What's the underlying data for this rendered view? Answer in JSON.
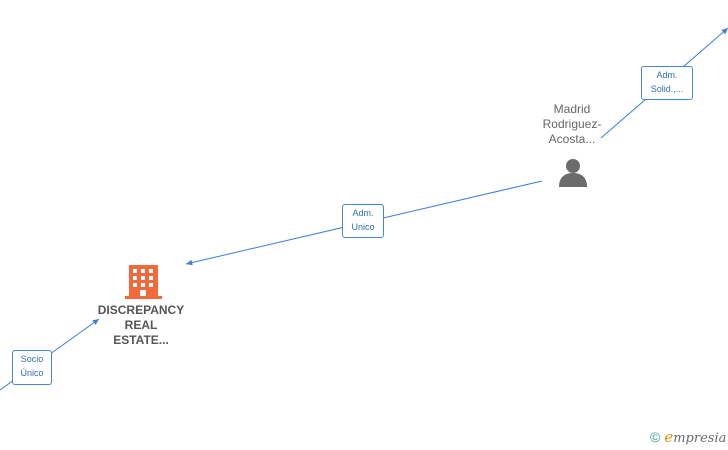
{
  "diagram": {
    "company": {
      "label": "DISCREPANCY REAL ESTATE...",
      "label_lines": [
        "DISCREPANCY",
        "REAL",
        "ESTATE..."
      ],
      "icon": "building-icon",
      "color": "#f26a3b"
    },
    "person": {
      "label": "Madrid Rodriguez-Acosta...",
      "label_lines": [
        "Madrid",
        "Rodriguez-",
        "Acosta..."
      ],
      "icon": "person-icon",
      "color": "#6b6b6b"
    },
    "edges": [
      {
        "id": "socio",
        "label_lines": [
          "Socio",
          "Único"
        ]
      },
      {
        "id": "adm_unico",
        "label_lines": [
          "Adm.",
          "Unico"
        ]
      },
      {
        "id": "adm_solid",
        "label_lines": [
          "Adm.",
          "Solid.,..."
        ]
      }
    ],
    "edge_color": "#3b7dd8"
  },
  "footer": {
    "copyright_symbol": "©",
    "brand_initial": "e",
    "brand_rest": "mpresia"
  }
}
